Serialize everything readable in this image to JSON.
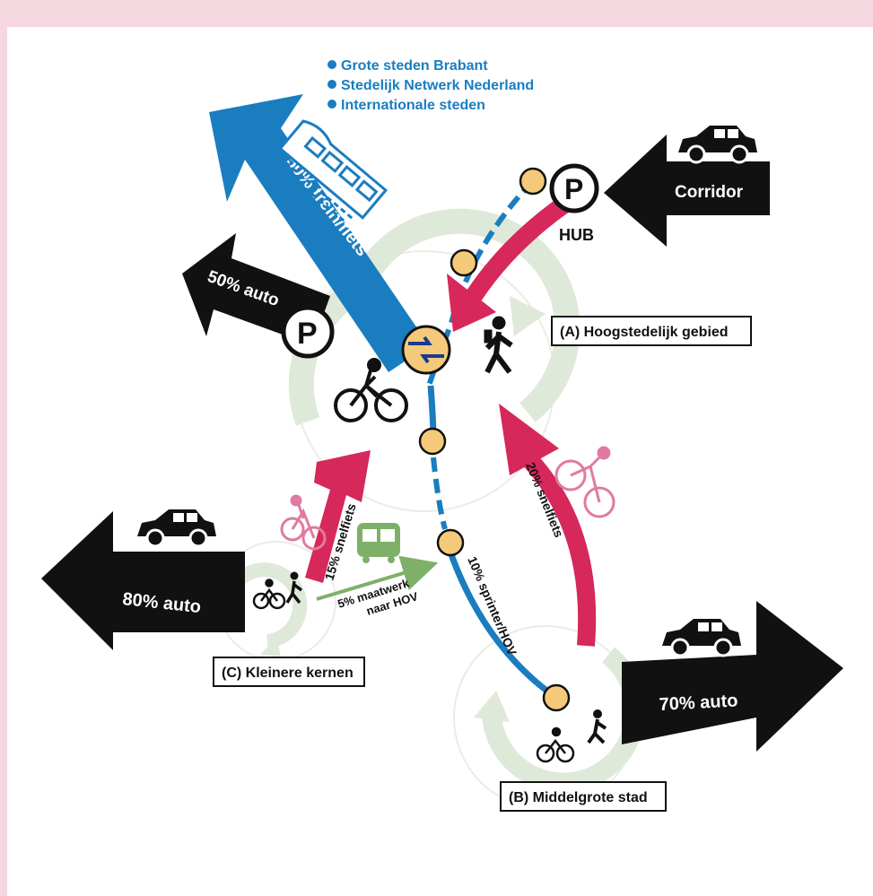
{
  "legend": {
    "items": [
      "Grote steden Brabant",
      "Stedelijk Netwerk Nederland",
      "Internationale steden"
    ],
    "color": "#1a7dc0"
  },
  "arrows": {
    "train": "50% trein/fiets",
    "car_top_left": "50% auto",
    "corridor": "Corridor",
    "car_left": "80% auto",
    "car_right": "70% auto",
    "sprinter": "10% sprinter/HOV",
    "snelfiets_right": "20% snelfiets",
    "snelfiets_left": "15% snelfiets",
    "maatwerk_line1": "5% maatwerk",
    "maatwerk_line2": "naar HOV"
  },
  "hub": {
    "label": "HUB",
    "parking_symbol": "P"
  },
  "parking_symbol_left": "P",
  "areas": {
    "a": "(A) Hoogstedelijk gebied",
    "b": "(B) Middelgrote stad",
    "c": "(C) Kleinere kernen"
  },
  "colors": {
    "blue": "#1a7dc0",
    "pink": "#d6285a",
    "black": "#111111",
    "green": "#7fb069",
    "ring": "#d9e6d3",
    "station": "#f5c97a",
    "background": "#f4d7df"
  },
  "icons": [
    "train-icon",
    "car-icon",
    "bicycle-icon",
    "pedestrian-icon",
    "bus-icon",
    "ns-logo-icon",
    "parking-icon"
  ]
}
